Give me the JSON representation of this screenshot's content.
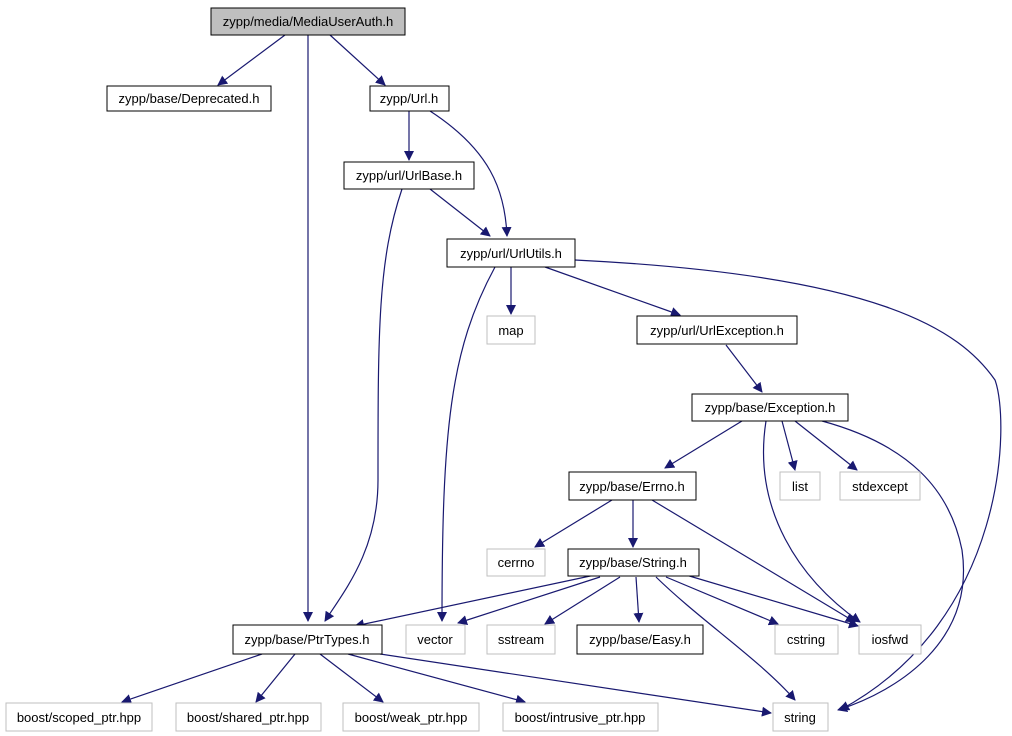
{
  "nodes": {
    "root": "zypp/media/MediaUserAuth.h",
    "deprecated": "zypp/base/Deprecated.h",
    "url": "zypp/Url.h",
    "urlbase": "zypp/url/UrlBase.h",
    "urlutils": "zypp/url/UrlUtils.h",
    "map": "map",
    "urlexception": "zypp/url/UrlException.h",
    "exception": "zypp/base/Exception.h",
    "errno": "zypp/base/Errno.h",
    "list": "list",
    "stdexcept": "stdexcept",
    "cerrno": "cerrno",
    "string_h": "zypp/base/String.h",
    "ptrtypes": "zypp/base/PtrTypes.h",
    "vector": "vector",
    "sstream": "sstream",
    "easy": "zypp/base/Easy.h",
    "cstring": "cstring",
    "iosfwd": "iosfwd",
    "scoped_ptr": "boost/scoped_ptr.hpp",
    "shared_ptr": "boost/shared_ptr.hpp",
    "weak_ptr": "boost/weak_ptr.hpp",
    "intrusive_ptr": "boost/intrusive_ptr.hpp",
    "string": "string"
  },
  "colors": {
    "edge": "#191970",
    "root_fill": "#bfbfbf",
    "external_border": "#bfbfbf",
    "internal_border": "#000000"
  }
}
